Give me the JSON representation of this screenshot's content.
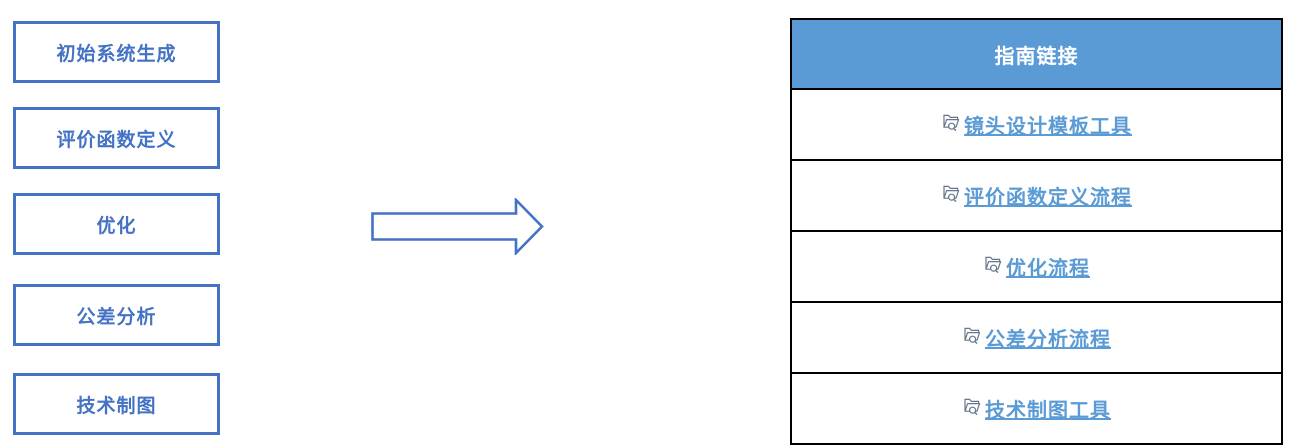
{
  "flow": {
    "steps": [
      {
        "label": "初始系统生成"
      },
      {
        "label": "评价函数定义"
      },
      {
        "label": "优化"
      },
      {
        "label": "公差分析"
      },
      {
        "label": "技术制图"
      }
    ]
  },
  "table": {
    "header_label": "指南链接",
    "rows": [
      {
        "link": "镜头设计模板工具",
        "icon": "folder-search-icon"
      },
      {
        "link": "评价函数定义流程",
        "icon": "folder-search-icon"
      },
      {
        "link": "优化流程",
        "icon": "folder-search-icon"
      },
      {
        "link": "公差分析流程",
        "icon": "folder-search-icon"
      },
      {
        "link": "技术制图工具",
        "icon": "folder-search-icon"
      }
    ]
  },
  "colors": {
    "box_border": "#4472C4",
    "box_text": "#4472C4",
    "arrow_outline": "#4472C4",
    "table_header_bg": "#5B9BD5",
    "table_header_text": "#FFFFFF",
    "table_border": "#000000",
    "link_color": "#5B9BD5",
    "icon_color": "#64778C"
  }
}
